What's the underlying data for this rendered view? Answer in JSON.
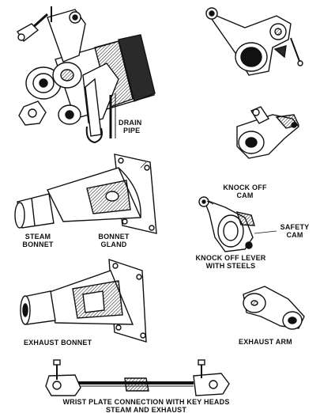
{
  "labels": {
    "drain_pipe": [
      "DRAIN",
      "PIPE"
    ],
    "steam_bonnet": [
      "STEAM",
      "BONNET"
    ],
    "bonnet_gland": [
      "BONNET",
      "GLAND"
    ],
    "knock_off_cam": [
      "KNOCK OFF",
      "CAM"
    ],
    "safety_cam": [
      "SAFETY",
      "CAM"
    ],
    "knock_off_lever": [
      "KNOCK OFF LEVER",
      "WITH STEELS"
    ],
    "exhaust_bonnet": "EXHAUST BONNET",
    "exhaust_arm": "EXHAUST ARM",
    "wrist_plate": [
      "WRIST PLATE CONNECTION WITH KEY HEADS",
      "STEAM AND EXHAUST"
    ]
  },
  "colors": {
    "ink": "#111111",
    "paper": "#ffffff",
    "shade": "#2a2a2a"
  }
}
